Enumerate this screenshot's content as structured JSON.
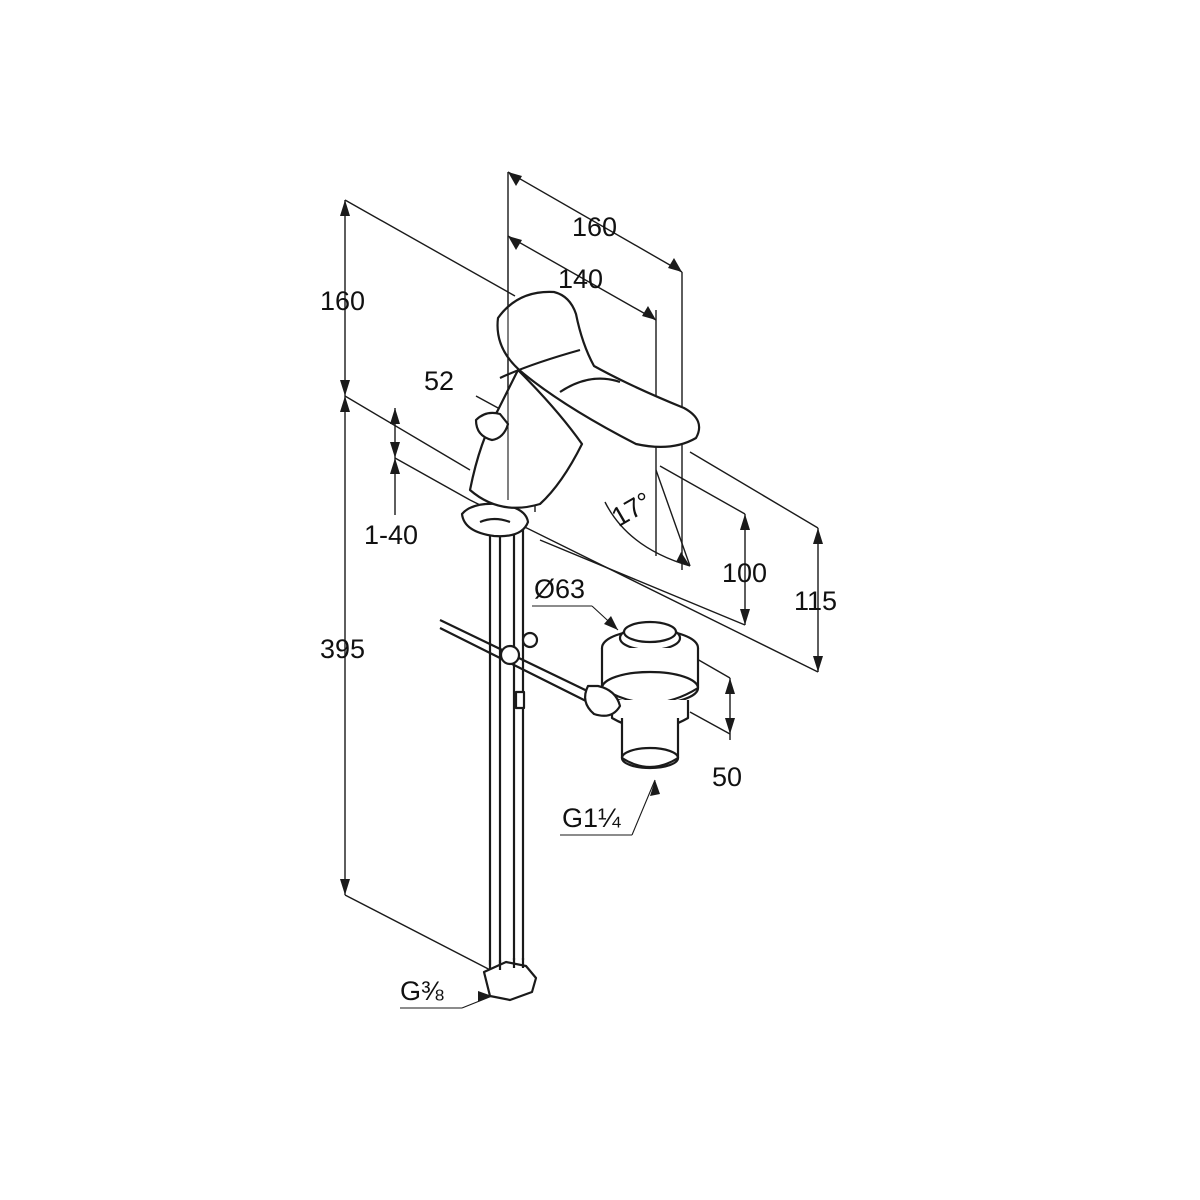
{
  "dimensions": {
    "overall_height_top": "160",
    "length_overall": "160",
    "length_spout": "140",
    "lever_offset": "52",
    "deck_thickness": "1-40",
    "spout_angle": "17°",
    "spout_height": "100",
    "lever_height": "115",
    "drain_diameter": "Ø63",
    "drain_height": "50",
    "drain_thread": "G1¼",
    "hose_length": "395",
    "connection_thread": "G⅜"
  }
}
